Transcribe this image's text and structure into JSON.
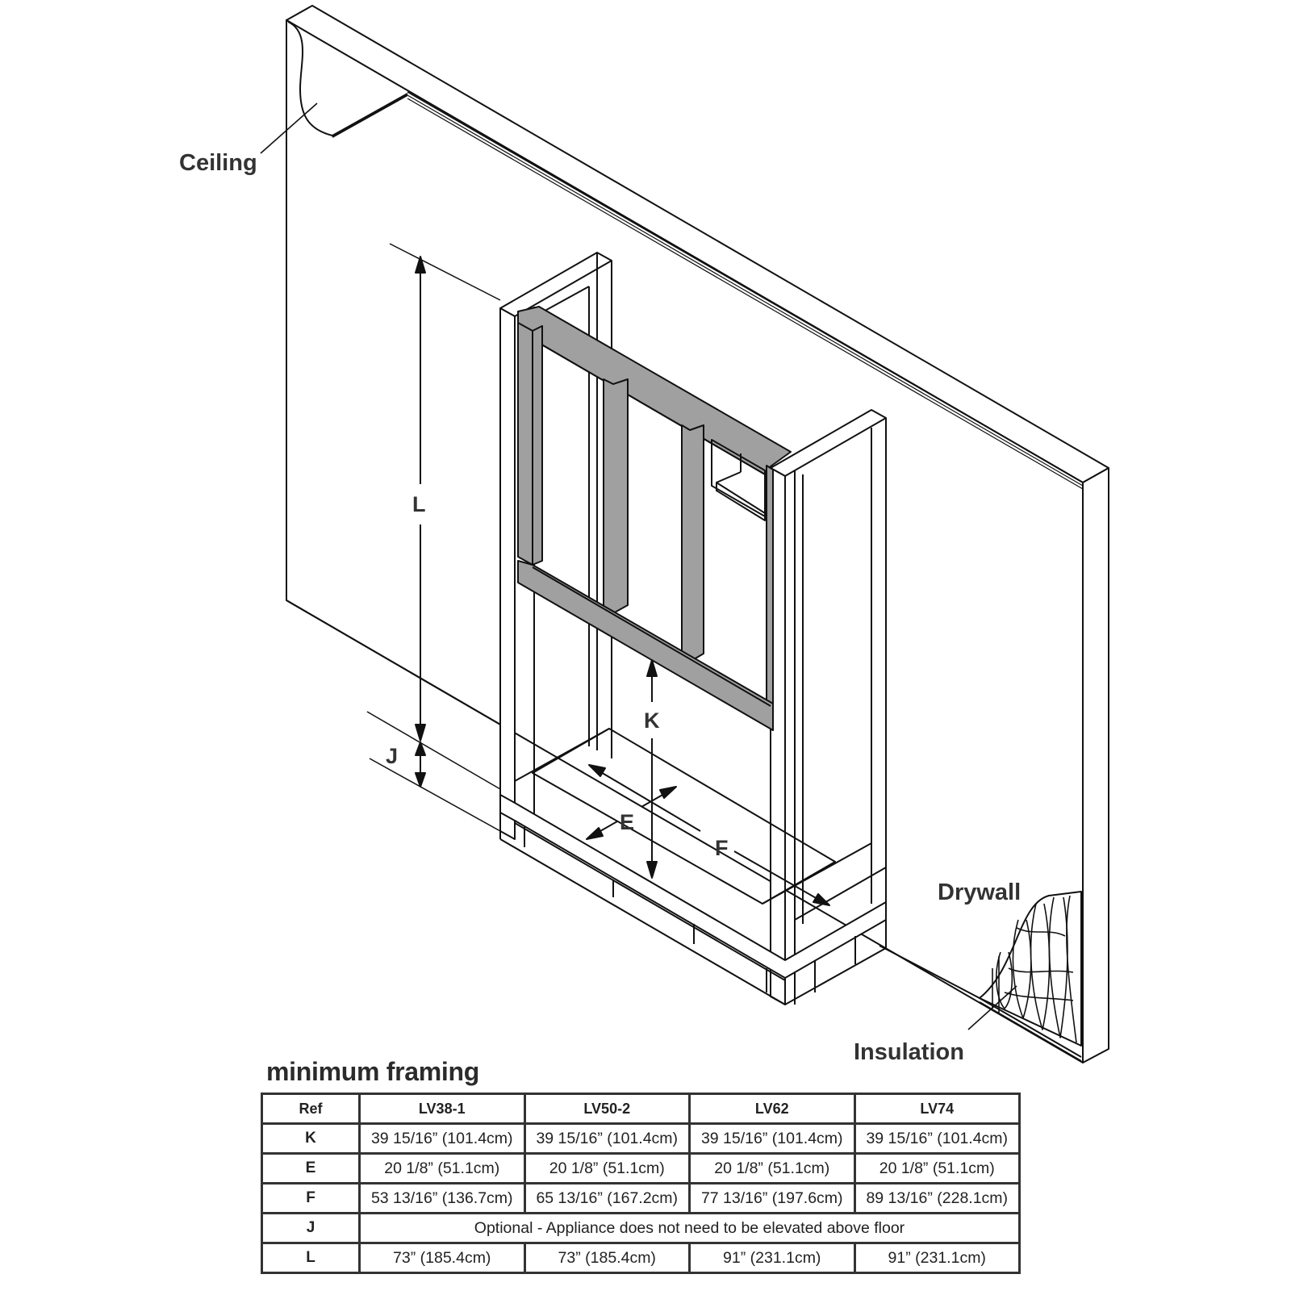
{
  "diagram": {
    "callouts": {
      "ceiling": "Ceiling",
      "drywall": "Drywall",
      "insulation": "Insulation"
    },
    "dimensions": {
      "L": "L",
      "K": "K",
      "J": "J",
      "E": "E",
      "F": "F"
    },
    "colors": {
      "line": "#111111",
      "stud_fill": "#a0a0a0",
      "background": "#ffffff"
    }
  },
  "table": {
    "title": "minimum framing",
    "headers": [
      "Ref",
      "LV38-1",
      "LV50-2",
      "LV62",
      "LV74"
    ],
    "rows": [
      {
        "ref": "K",
        "values": [
          "39 15/16” (101.4cm)",
          "39 15/16” (101.4cm)",
          "39 15/16” (101.4cm)",
          "39 15/16” (101.4cm)"
        ]
      },
      {
        "ref": "E",
        "values": [
          "20 1/8” (51.1cm)",
          "20 1/8” (51.1cm)",
          "20 1/8” (51.1cm)",
          "20 1/8” (51.1cm)"
        ]
      },
      {
        "ref": "F",
        "values": [
          "53 13/16” (136.7cm)",
          "65 13/16” (167.2cm)",
          "77 13/16” (197.6cm)",
          "89 13/16” (228.1cm)"
        ]
      },
      {
        "ref": "J",
        "merged": "Optional - Appliance does not need to be elevated above floor"
      },
      {
        "ref": "L",
        "values": [
          "73” (185.4cm)",
          "73” (185.4cm)",
          "91” (231.1cm)",
          "91” (231.1cm)"
        ]
      }
    ]
  }
}
